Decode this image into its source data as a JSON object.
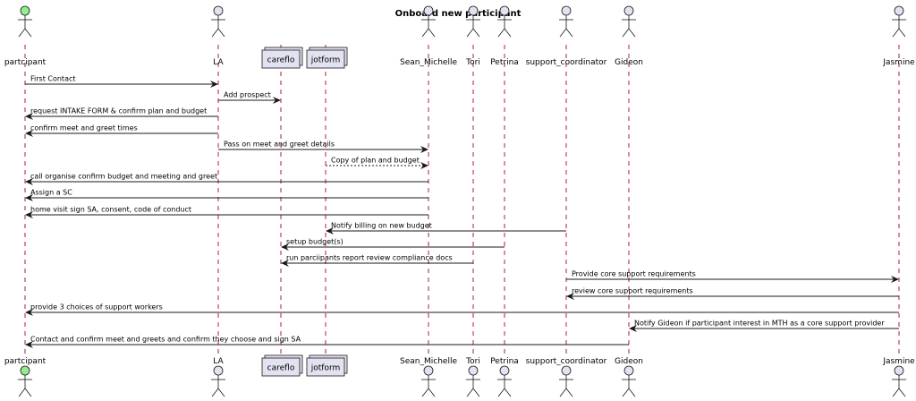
{
  "diagram": {
    "title": "Onboard new participant",
    "participants": [
      {
        "id": "partcipant",
        "label": "partcipant",
        "kind": "actor",
        "color": "#90ee90"
      },
      {
        "id": "LA",
        "label": "LA",
        "kind": "actor",
        "color": "#e2e2f0"
      },
      {
        "id": "careflo",
        "label": "careflo",
        "kind": "collections",
        "color": "#e2e2f0"
      },
      {
        "id": "jotform",
        "label": "jotform",
        "kind": "collections",
        "color": "#e2e2f0"
      },
      {
        "id": "Sean_Michelle",
        "label": "Sean_Michelle",
        "kind": "actor",
        "color": "#e2e2f0"
      },
      {
        "id": "Tori",
        "label": "Tori",
        "kind": "actor",
        "color": "#e2e2f0"
      },
      {
        "id": "Petrina",
        "label": "Petrina",
        "kind": "actor",
        "color": "#e2e2f0"
      },
      {
        "id": "support_coordinator",
        "label": "support_coordinator",
        "kind": "actor",
        "color": "#e2e2f0"
      },
      {
        "id": "Gideon",
        "label": "Gideon",
        "kind": "actor",
        "color": "#e2e2f0"
      },
      {
        "id": "Jasmine",
        "label": "Jasmine",
        "kind": "actor",
        "color": "#e2e2f0"
      }
    ],
    "messages": [
      {
        "from": "partcipant",
        "to": "LA",
        "text": "First Contact",
        "dashed": false
      },
      {
        "from": "LA",
        "to": "careflo",
        "text": "Add prospect",
        "dashed": false
      },
      {
        "from": "LA",
        "to": "partcipant",
        "text": "request INTAKE FORM & confirm plan and budget",
        "dashed": false
      },
      {
        "from": "LA",
        "to": "partcipant",
        "text": "confirm meet and greet times",
        "dashed": false
      },
      {
        "from": "LA",
        "to": "Sean_Michelle",
        "text": "Pass on meet and greet details",
        "dashed": false
      },
      {
        "from": "jotform",
        "to": "Sean_Michelle",
        "text": "Copy of plan and budget",
        "dashed": true
      },
      {
        "from": "Sean_Michelle",
        "to": "partcipant",
        "text": "call organise confirm budget and meeting and greet",
        "dashed": false
      },
      {
        "from": "Sean_Michelle",
        "to": "partcipant",
        "text": "Assign a SC",
        "dashed": false
      },
      {
        "from": "Sean_Michelle",
        "to": "partcipant",
        "text": "home visit sign SA, consent, code of conduct",
        "dashed": false
      },
      {
        "from": "support_coordinator",
        "to": "jotform",
        "text": "Notify billing on new budget",
        "dashed": false
      },
      {
        "from": "Petrina",
        "to": "careflo",
        "text": "setup budget(s)",
        "dashed": false
      },
      {
        "from": "Tori",
        "to": "careflo",
        "text": "run parciipants report review compliance docs",
        "dashed": false
      },
      {
        "from": "support_coordinator",
        "to": "Jasmine",
        "text": "Provide core support requirements",
        "dashed": false
      },
      {
        "from": "Jasmine",
        "to": "support_coordinator",
        "text": "review core support requirements",
        "dashed": false
      },
      {
        "from": "Jasmine",
        "to": "partcipant",
        "text": "provide 3 choices of support workers",
        "dashed": false
      },
      {
        "from": "Jasmine",
        "to": "Gideon",
        "text": "Notify Gideon if participant interest in MTH as a core support provider",
        "dashed": false
      },
      {
        "from": "Gideon",
        "to": "partcipant",
        "text": "Contact and confirm meet and greets and confirm they choose and sign SA",
        "dashed": false
      }
    ]
  }
}
